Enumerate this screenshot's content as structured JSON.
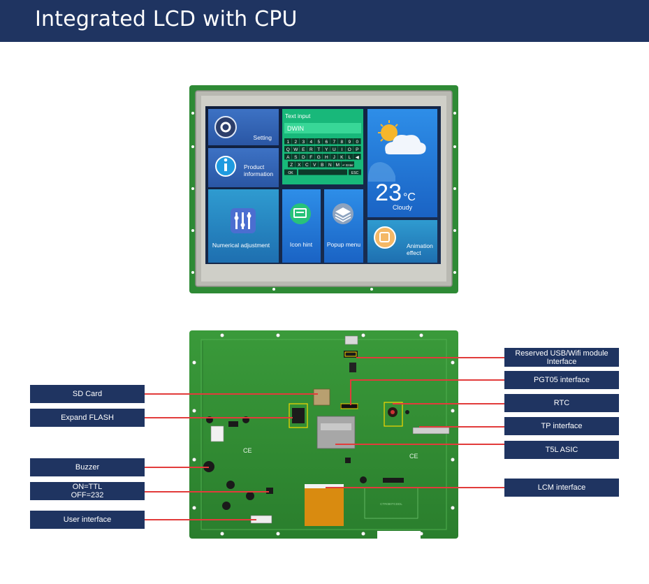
{
  "header": {
    "title": "Integrated LCD with CPU"
  },
  "screen": {
    "tiles": {
      "setting": "Setting",
      "product_info": "Product\ninformation",
      "numerical": "Numerical adjustment",
      "icon_hint": "Icon hint",
      "popup_menu": "Popup menu",
      "animation": "Animation\neffect"
    },
    "text_input": {
      "title": "Text input",
      "value": "DWIN"
    },
    "keyboard": {
      "row1": [
        "1",
        "2",
        "3",
        "4",
        "5",
        "6",
        "7",
        "8",
        "9",
        "0"
      ],
      "row2": [
        "Q",
        "W",
        "E",
        "R",
        "T",
        "Y",
        "U",
        "I",
        "O",
        "P"
      ],
      "row3": [
        "A",
        "S",
        "D",
        "F",
        "G",
        "H",
        "J",
        "K",
        "L",
        "◀"
      ],
      "row4": [
        "Z",
        "X",
        "C",
        "V",
        "B",
        "N",
        "M",
        "↵ Enter"
      ],
      "ok": "OK",
      "esc": "ESC"
    },
    "weather": {
      "temp": "23",
      "unit": "°C",
      "condition": "Cloudy"
    }
  },
  "labels_left": [
    {
      "id": "sd-card",
      "text": "SD Card"
    },
    {
      "id": "expand-flash",
      "text": "Expand FLASH"
    },
    {
      "id": "buzzer",
      "text": "Buzzer"
    },
    {
      "id": "ttl-232",
      "text": "ON=TTL\nOFF=232"
    },
    {
      "id": "user-interface",
      "text": "User interface"
    }
  ],
  "labels_right": [
    {
      "id": "usb-wifi",
      "text": "Reserved USB/Wifi module\nInterface"
    },
    {
      "id": "pgt05",
      "text": "PGT05 interface"
    },
    {
      "id": "rtc",
      "text": "RTC"
    },
    {
      "id": "tp",
      "text": "TP interface"
    },
    {
      "id": "t5l",
      "text": "T5L ASIC"
    },
    {
      "id": "lcm",
      "text": "LCM interface"
    }
  ],
  "colors": {
    "navy": "#1f3461",
    "pcb_green": "#2f8f2f",
    "pointer_red": "#e23b3b"
  }
}
